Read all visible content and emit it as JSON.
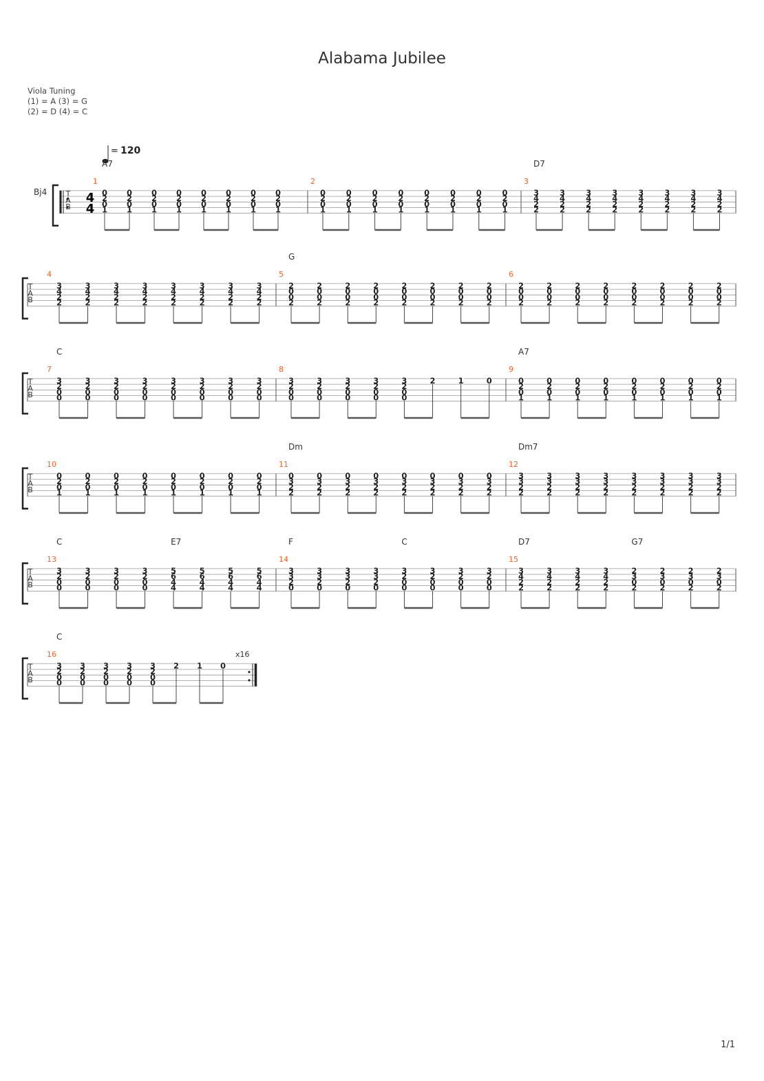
{
  "title": "Alabama Jubilee",
  "tuning": {
    "label": "Viola Tuning",
    "line1": "(1) = A (3) = G",
    "line2": "(2) = D (4) = C"
  },
  "tempo": "= 120",
  "instrument": "Bj4",
  "tab_letters": [
    "T",
    "A",
    "B"
  ],
  "time_signature": {
    "top": "4",
    "bottom": "4"
  },
  "repeat_count": "x16",
  "page_number": "1/1",
  "measures": [
    {
      "number": "1",
      "chord": "A7",
      "notes": [
        [
          "0",
          "2",
          "0",
          "1"
        ],
        [
          "0",
          "2",
          "0",
          "1"
        ],
        [
          "0",
          "2",
          "0",
          "1"
        ],
        [
          "0",
          "2",
          "0",
          "1"
        ],
        [
          "0",
          "2",
          "0",
          "1"
        ],
        [
          "0",
          "2",
          "0",
          "1"
        ],
        [
          "0",
          "2",
          "0",
          "1"
        ],
        [
          "0",
          "2",
          "0",
          "1"
        ]
      ]
    },
    {
      "number": "2",
      "notes": [
        [
          "0",
          "2",
          "0",
          "1"
        ],
        [
          "0",
          "2",
          "0",
          "1"
        ],
        [
          "0",
          "2",
          "0",
          "1"
        ],
        [
          "0",
          "2",
          "0",
          "1"
        ],
        [
          "0",
          "2",
          "0",
          "1"
        ],
        [
          "0",
          "2",
          "0",
          "1"
        ],
        [
          "0",
          "2",
          "0",
          "1"
        ],
        [
          "0",
          "2",
          "0",
          "1"
        ]
      ]
    },
    {
      "number": "3",
      "chord": "D7",
      "notes": [
        [
          "3",
          "4",
          "2",
          "2"
        ],
        [
          "3",
          "4",
          "2",
          "2"
        ],
        [
          "3",
          "4",
          "2",
          "2"
        ],
        [
          "3",
          "4",
          "2",
          "2"
        ],
        [
          "3",
          "4",
          "2",
          "2"
        ],
        [
          "3",
          "4",
          "2",
          "2"
        ],
        [
          "3",
          "4",
          "2",
          "2"
        ],
        [
          "3",
          "4",
          "2",
          "2"
        ]
      ]
    },
    {
      "number": "4",
      "notes": [
        [
          "3",
          "4",
          "2",
          "2"
        ],
        [
          "3",
          "4",
          "2",
          "2"
        ],
        [
          "3",
          "4",
          "2",
          "2"
        ],
        [
          "3",
          "4",
          "2",
          "2"
        ],
        [
          "3",
          "4",
          "2",
          "2"
        ],
        [
          "3",
          "4",
          "2",
          "2"
        ],
        [
          "3",
          "4",
          "2",
          "2"
        ],
        [
          "3",
          "4",
          "2",
          "2"
        ]
      ]
    },
    {
      "number": "5",
      "chord": "G",
      "notes": [
        [
          "2",
          "0",
          "0",
          "2"
        ],
        [
          "2",
          "0",
          "0",
          "2"
        ],
        [
          "2",
          "0",
          "0",
          "2"
        ],
        [
          "2",
          "0",
          "0",
          "2"
        ],
        [
          "2",
          "0",
          "0",
          "2"
        ],
        [
          "2",
          "0",
          "0",
          "2"
        ],
        [
          "2",
          "0",
          "0",
          "2"
        ],
        [
          "2",
          "0",
          "0",
          "2"
        ]
      ]
    },
    {
      "number": "6",
      "notes": [
        [
          "2",
          "0",
          "0",
          "2"
        ],
        [
          "2",
          "0",
          "0",
          "2"
        ],
        [
          "2",
          "0",
          "0",
          "2"
        ],
        [
          "2",
          "0",
          "0",
          "2"
        ],
        [
          "2",
          "0",
          "0",
          "2"
        ],
        [
          "2",
          "0",
          "0",
          "2"
        ],
        [
          "2",
          "0",
          "0",
          "2"
        ],
        [
          "2",
          "0",
          "0",
          "2"
        ]
      ]
    },
    {
      "number": "7",
      "chord": "C",
      "notes": [
        [
          "3",
          "2",
          "0",
          "0"
        ],
        [
          "3",
          "2",
          "0",
          "0"
        ],
        [
          "3",
          "2",
          "0",
          "0"
        ],
        [
          "3",
          "2",
          "0",
          "0"
        ],
        [
          "3",
          "2",
          "0",
          "0"
        ],
        [
          "3",
          "2",
          "0",
          "0"
        ],
        [
          "3",
          "2",
          "0",
          "0"
        ],
        [
          "3",
          "2",
          "0",
          "0"
        ]
      ]
    },
    {
      "number": "8",
      "notes": [
        [
          "3",
          "2",
          "0",
          "0"
        ],
        [
          "3",
          "2",
          "0",
          "0"
        ],
        [
          "3",
          "2",
          "0",
          "0"
        ],
        [
          "3",
          "2",
          "0",
          "0"
        ],
        [
          "3",
          "2",
          "0",
          "0"
        ],
        [
          "2",
          "",
          "",
          ""
        ],
        [
          "1",
          "",
          "",
          ""
        ],
        [
          "0",
          "",
          "",
          ""
        ]
      ]
    },
    {
      "number": "9",
      "chord": "A7",
      "notes": [
        [
          "0",
          "2",
          "0",
          "1"
        ],
        [
          "0",
          "2",
          "0",
          "1"
        ],
        [
          "0",
          "2",
          "0",
          "1"
        ],
        [
          "0",
          "2",
          "0",
          "1"
        ],
        [
          "0",
          "2",
          "0",
          "1"
        ],
        [
          "0",
          "2",
          "0",
          "1"
        ],
        [
          "0",
          "2",
          "0",
          "1"
        ],
        [
          "0",
          "2",
          "0",
          "1"
        ]
      ]
    },
    {
      "number": "10",
      "notes": [
        [
          "0",
          "2",
          "0",
          "1"
        ],
        [
          "0",
          "2",
          "0",
          "1"
        ],
        [
          "0",
          "2",
          "0",
          "1"
        ],
        [
          "0",
          "2",
          "0",
          "1"
        ],
        [
          "0",
          "2",
          "0",
          "1"
        ],
        [
          "0",
          "2",
          "0",
          "1"
        ],
        [
          "0",
          "2",
          "0",
          "1"
        ],
        [
          "0",
          "2",
          "0",
          "1"
        ]
      ]
    },
    {
      "number": "11",
      "chord": "Dm",
      "notes": [
        [
          "0",
          "3",
          "2",
          "2"
        ],
        [
          "0",
          "3",
          "2",
          "2"
        ],
        [
          "0",
          "3",
          "2",
          "2"
        ],
        [
          "0",
          "3",
          "2",
          "2"
        ],
        [
          "0",
          "3",
          "2",
          "2"
        ],
        [
          "0",
          "3",
          "2",
          "2"
        ],
        [
          "0",
          "3",
          "2",
          "2"
        ],
        [
          "0",
          "3",
          "2",
          "2"
        ]
      ]
    },
    {
      "number": "12",
      "chord": "Dm7",
      "notes": [
        [
          "3",
          "3",
          "2",
          "2"
        ],
        [
          "3",
          "3",
          "2",
          "2"
        ],
        [
          "3",
          "3",
          "2",
          "2"
        ],
        [
          "3",
          "3",
          "2",
          "2"
        ],
        [
          "3",
          "3",
          "2",
          "2"
        ],
        [
          "3",
          "3",
          "2",
          "2"
        ],
        [
          "3",
          "3",
          "2",
          "2"
        ],
        [
          "3",
          "3",
          "2",
          "2"
        ]
      ]
    },
    {
      "number": "13",
      "chord": "C",
      "chord2": "E7",
      "notes": [
        [
          "3",
          "2",
          "0",
          "0"
        ],
        [
          "3",
          "2",
          "0",
          "0"
        ],
        [
          "3",
          "2",
          "0",
          "0"
        ],
        [
          "3",
          "2",
          "0",
          "0"
        ],
        [
          "5",
          "6",
          "4",
          "4"
        ],
        [
          "5",
          "6",
          "4",
          "4"
        ],
        [
          "5",
          "6",
          "4",
          "4"
        ],
        [
          "5",
          "6",
          "4",
          "4"
        ]
      ]
    },
    {
      "number": "14",
      "chord": "F",
      "chord2": "C",
      "notes": [
        [
          "3",
          "3",
          "2",
          "0"
        ],
        [
          "3",
          "3",
          "2",
          "0"
        ],
        [
          "3",
          "3",
          "2",
          "0"
        ],
        [
          "3",
          "3",
          "2",
          "0"
        ],
        [
          "3",
          "2",
          "0",
          "0"
        ],
        [
          "3",
          "2",
          "0",
          "0"
        ],
        [
          "3",
          "2",
          "0",
          "0"
        ],
        [
          "3",
          "2",
          "0",
          "0"
        ]
      ]
    },
    {
      "number": "15",
      "chord": "D7",
      "chord2": "G7",
      "notes": [
        [
          "3",
          "4",
          "2",
          "2"
        ],
        [
          "3",
          "4",
          "2",
          "2"
        ],
        [
          "3",
          "4",
          "2",
          "2"
        ],
        [
          "3",
          "4",
          "2",
          "2"
        ],
        [
          "2",
          "3",
          "0",
          "2"
        ],
        [
          "2",
          "3",
          "0",
          "2"
        ],
        [
          "2",
          "3",
          "0",
          "2"
        ],
        [
          "2",
          "3",
          "0",
          "2"
        ]
      ]
    },
    {
      "number": "16",
      "chord": "C",
      "notes": [
        [
          "3",
          "2",
          "0",
          "0"
        ],
        [
          "3",
          "2",
          "0",
          "0"
        ],
        [
          "3",
          "2",
          "0",
          "0"
        ],
        [
          "3",
          "2",
          "0",
          "0"
        ],
        [
          "3",
          "2",
          "0",
          "0"
        ],
        [
          "2",
          "",
          "",
          ""
        ],
        [
          "1",
          "",
          "",
          ""
        ],
        [
          "0",
          "",
          "",
          ""
        ]
      ]
    }
  ]
}
